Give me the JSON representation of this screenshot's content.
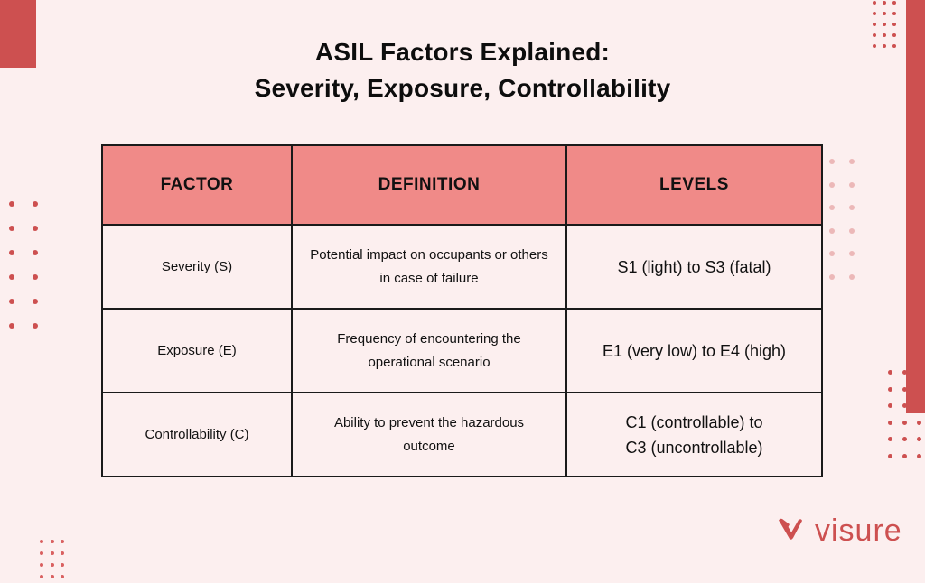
{
  "title": {
    "line1": "ASIL Factors Explained:",
    "line2": "Severity, Exposure, Controllability"
  },
  "table": {
    "headers": [
      "FACTOR",
      "DEFINITION",
      "LEVELS"
    ],
    "rows": [
      {
        "factor": "Severity (S)",
        "definition": "Potential impact on occupants or others in case of failure",
        "levels": "S1 (light) to S3 (fatal)"
      },
      {
        "factor": "Exposure (E)",
        "definition": "Frequency of encountering the operational scenario",
        "levels": "E1 (very low) to E4 (high)"
      },
      {
        "factor": "Controllability (C)",
        "definition": "Ability to prevent the hazardous outcome",
        "levels": "C1 (controllable) to C3 (uncontrollable)"
      }
    ]
  },
  "brand": {
    "name": "visure",
    "logo_icon": "visure-v-logo-icon"
  },
  "colors": {
    "accent": "#cd5050",
    "header_fill": "#f08a88",
    "background": "#fcefef",
    "light_dot": "#ecb8b8"
  }
}
